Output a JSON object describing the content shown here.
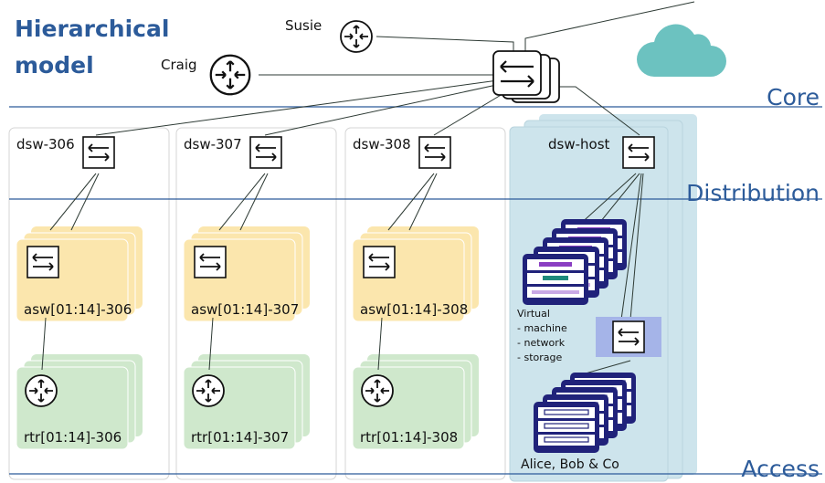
{
  "title": {
    "line1": "Hierarchical",
    "line2": "model"
  },
  "layers": {
    "core": "Core",
    "distribution": "Distribution",
    "access": "Access"
  },
  "routers": {
    "susie": "Susie",
    "craig": "Craig"
  },
  "pods": [
    {
      "dsw": "dsw-306",
      "asw": "asw[01:14]-306",
      "rtr": "rtr[01:14]-306"
    },
    {
      "dsw": "dsw-307",
      "asw": "asw[01:14]-307",
      "rtr": "rtr[01:14]-307"
    },
    {
      "dsw": "dsw-308",
      "asw": "asw[01:14]-308",
      "rtr": "rtr[01:14]-308"
    }
  ],
  "host": {
    "dsw": "dsw-host",
    "virtual": [
      "Virtual",
      "- machine",
      "- network",
      "- storage"
    ],
    "users": "Alice, Bob & Co"
  },
  "colors": {
    "brand": "#2c5b9a",
    "cloud": "#6cc2c0",
    "asw_fill": "#fbe6ad",
    "rtr_fill": "#cfe8cc",
    "host_fill": "#cde4ec",
    "server_dark": "#20227a",
    "server_purple": "#8a3fc2",
    "server_teal": "#1e8a7c"
  }
}
